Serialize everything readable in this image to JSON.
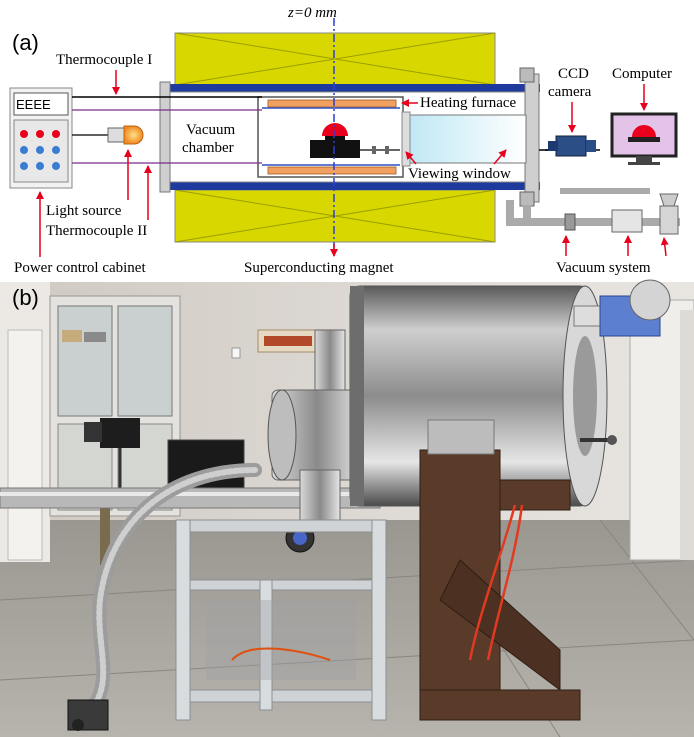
{
  "panel_a": {
    "label": "(a)",
    "z_label": "z=0 mm",
    "labels": {
      "thermocouple_1": "Thermocouple I",
      "heating_furnace": "Heating furnace",
      "ccd_camera_line1": "CCD",
      "ccd_camera_line2": "camera",
      "computer": "Computer",
      "vacuum_chamber_line1": "Vacuum",
      "vacuum_chamber_line2": "chamber",
      "viewing_window": "Viewing window",
      "light_source": "Light source",
      "thermocouple_2": "Thermocouple II",
      "power_control_cabinet": "Power control cabinet",
      "superconducting_magnet": "Superconducting magnet",
      "vacuum_system": "Vacuum system",
      "display_text": "EEEE"
    },
    "colors": {
      "magnet_fill": "#d8d800",
      "arrow": "#e8001c",
      "chamber_blue": "#1e3a9c",
      "axis": "#2a3fd0",
      "furnace_orange": "#f0a060",
      "sample_red": "#e8001c"
    }
  },
  "panel_b": {
    "label": "(b)",
    "photo_description_icon": "lab-apparatus-photo"
  }
}
